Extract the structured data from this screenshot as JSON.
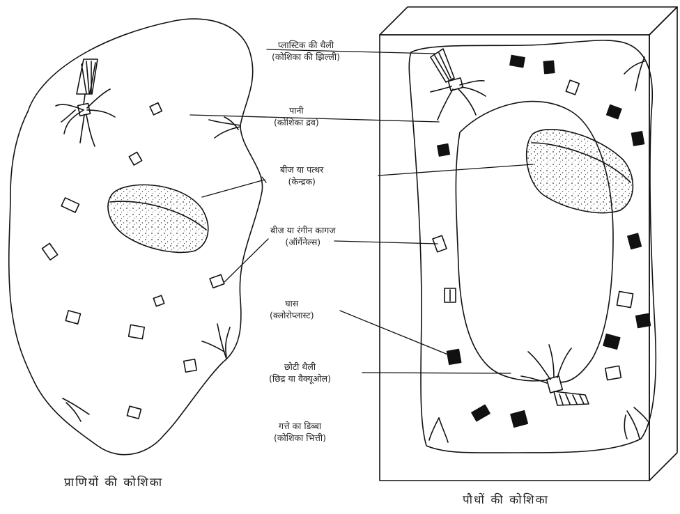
{
  "labels": {
    "plastic_bag": [
      "प्लास्टिक की थैली",
      "(कोशिका की झिल्ली)"
    ],
    "water": [
      "पानी",
      "(कोशिका द्रव)"
    ],
    "seed": [
      "बीज या पत्थर",
      "(केन्द्रक)"
    ],
    "colored_paper": [
      "बीज या रंगीन कागज",
      "(ऑर्गेनेल्स)"
    ],
    "grass": [
      "घास",
      "(क्लोरोप्लास्ट)"
    ],
    "small_bag": [
      "छोटी थैली",
      "(छिद्र या वैक्यूओल)"
    ],
    "box": [
      "गत्ते का डिब्बा",
      "(कोशिका भित्ती)"
    ]
  },
  "captions": {
    "animal": "प्राणियों की कोशिका",
    "plant": "पौधों की कोशिका"
  }
}
